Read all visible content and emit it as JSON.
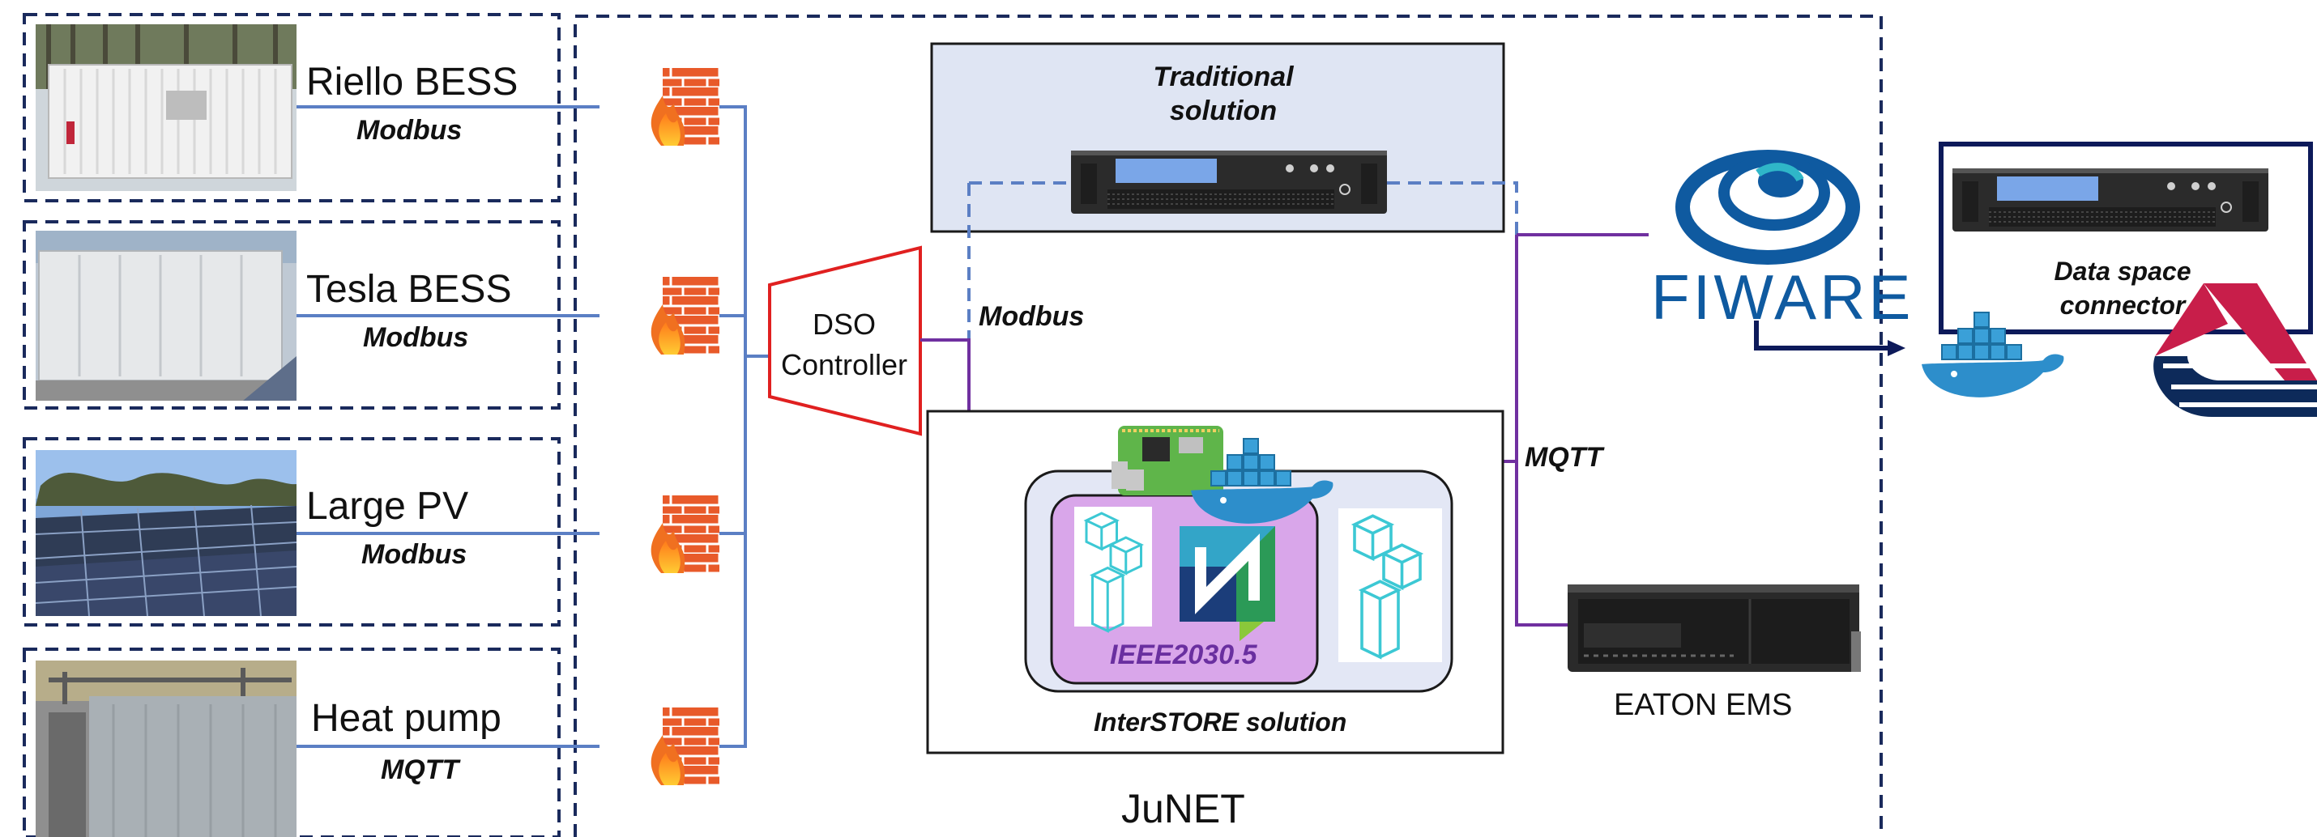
{
  "devices": [
    {
      "label": "Riello BESS",
      "protocol": "Modbus"
    },
    {
      "label": "Tesla BESS",
      "protocol": "Modbus"
    },
    {
      "label": "Large PV",
      "protocol": "Modbus"
    },
    {
      "label": "Heat pump",
      "protocol": "MQTT"
    }
  ],
  "dso_controller": {
    "line1": "DSO",
    "line2": "Controller"
  },
  "traditional": {
    "line1": "Traditional",
    "line2": "solution"
  },
  "links": {
    "modbus": "Modbus",
    "mqtt": "MQTT"
  },
  "interstore": {
    "ieee": "IEEE2030.5",
    "title": "InterSTORE  solution"
  },
  "eaton": {
    "label": "EATON EMS"
  },
  "fiware": {
    "logo_text": "FIWARE"
  },
  "dataspace": {
    "line1": "Data space",
    "line2": "connector"
  },
  "network": {
    "label": "JuNET"
  },
  "colors": {
    "dashed_border": "#1a2a5c",
    "link_blue": "#5b7fc4",
    "mqtt_purple": "#7030a0",
    "dso_red": "#e02020",
    "firewall": "#e85a2a",
    "fiware_blue": "#0f5aa0",
    "fiware_cyan": "#2fb6c8",
    "dataspace_navy": "#0d1a5a",
    "traditional_bg": "#dfe5f3"
  }
}
